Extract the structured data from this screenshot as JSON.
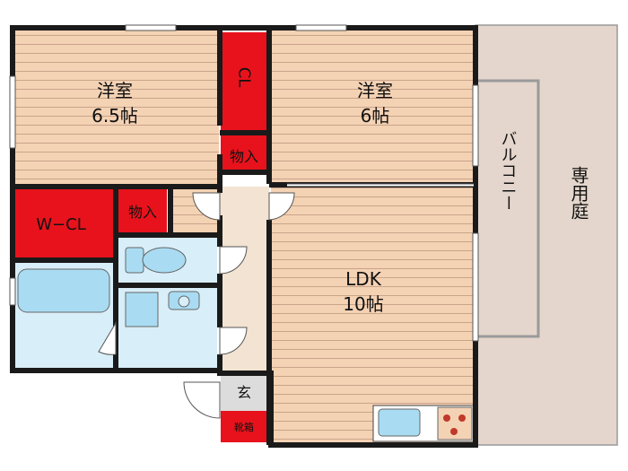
{
  "rooms": {
    "western_room_1": {
      "name": "洋室",
      "size": "6.5帖"
    },
    "western_room_2": {
      "name": "洋室",
      "size": "6帖"
    },
    "ldk": {
      "name": "LDK",
      "size": "10帖"
    },
    "closet": {
      "name": "CL"
    },
    "storage_1": {
      "name": "物入"
    },
    "storage_2": {
      "name": "物入"
    },
    "walk_in_closet": {
      "name": "W−CL"
    },
    "entrance": {
      "name": "玄"
    },
    "shoe_box": {
      "name": "靴箱"
    },
    "balcony": {
      "name": "バルコニー"
    },
    "private_garden": {
      "name": "専用庭"
    }
  },
  "colors": {
    "wood_floor": "#f4d2b4",
    "wood_line": "#c9a48a",
    "storage_red": "#e8121c",
    "wet_area_blue": "#d8eef8",
    "fixture_blue": "#a9dcf2",
    "hall_floor": "#f2e3d2",
    "entry_gray": "#dcdcdc",
    "garden_beige": "#e4d6cc",
    "wall": "#1a1a1a"
  }
}
